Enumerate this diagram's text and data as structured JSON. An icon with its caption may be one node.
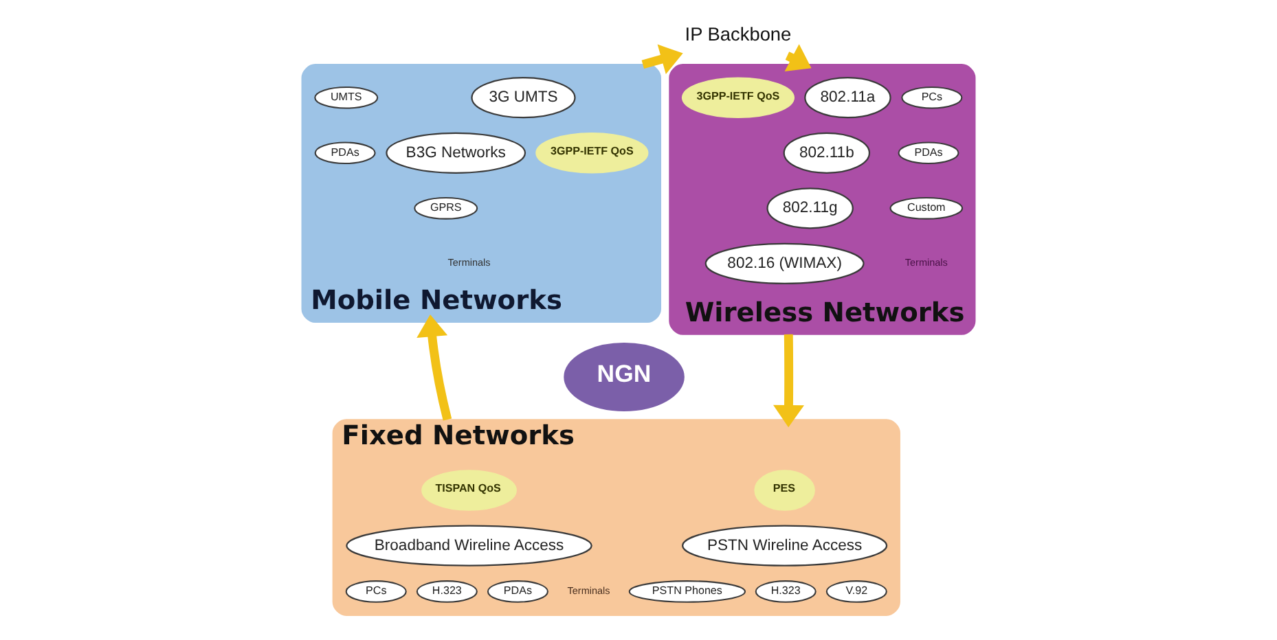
{
  "diagram": {
    "nodes": [
      {
        "text": [
          "Mobile Networks"
        ]
      },
      {
        "text": [
          "UMTS"
        ],
        "in": 0
      },
      {
        "text": [
          "PDAs"
        ],
        "in": 0
      },
      {
        "text": [
          "GPRS"
        ],
        "in": 0
      },
      {
        "text": [
          "3G UMTS"
        ],
        "in": 0
      },
      {
        "text": [
          "B3G Networks"
        ],
        "in": 0
      },
      {
        "text": [
          "3GPP-IETF QoS"
        ],
        "in": 0
      },
      {
        "text": [
          "IP Backbone"
        ]
      },
      {
        "text": [
          "Wireless Networks"
        ]
      },
      {
        "text": [
          "802.11a"
        ],
        "in": 8
      },
      {
        "text": [
          "802.11b"
        ],
        "in": 8
      },
      {
        "text": [
          "802.11g"
        ],
        "in": 8
      },
      {
        "text": [
          "802.16 (WIMAX)"
        ],
        "in": 8
      },
      {
        "text": [
          "PCs"
        ],
        "in": 8
      },
      {
        "text": [
          "PDAs"
        ],
        "in": 8
      },
      {
        "text": [
          "Custom"
        ],
        "in": 8
      },
      {
        "text": [
          "3GPP-IETF QoS"
        ],
        "in": 8
      },
      {
        "text": [
          "NGN"
        ]
      },
      {
        "text": [
          "Fixed Networks"
        ]
      },
      {
        "text": [
          "TISPAN QoS"
        ],
        "in": 18
      },
      {
        "text": [
          "PES"
        ],
        "in": 18
      },
      {
        "text": [
          "Broadband Wireline Access"
        ],
        "in": 18
      },
      {
        "text": [
          "PCs"
        ],
        "in": 18
      },
      {
        "text": [
          "H.323"
        ],
        "in": 18
      },
      {
        "text": [
          "PDAs"
        ],
        "in": 18
      },
      {
        "text": [
          "PSTN Wireline Access"
        ],
        "in": 18
      },
      {
        "text": [
          "V.92"
        ],
        "in": 18
      },
      {
        "text": [
          "PSTN Phones"
        ],
        "in": 18
      },
      {
        "text": [
          "H.323"
        ],
        "in": 18
      }
    ],
    "edges": [
      {
        "from": 0,
        "to": 7,
        "arrow": "to"
      },
      {
        "from": 7,
        "to": 8,
        "arrow": "to"
      },
      {
        "from": 8,
        "to": 18,
        "arrow": "to"
      },
      {
        "from": 18,
        "to": 0,
        "arrow": "to"
      }
    ],
    "labels": [
      "Terminals",
      "Terminals",
      "Terminals"
    ]
  }
}
